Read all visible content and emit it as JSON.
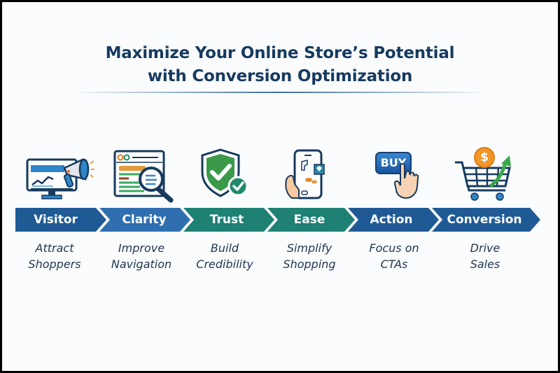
{
  "title": {
    "line1": "Maximize Your Online Store’s Potential",
    "line2": "with Conversion Optimization"
  },
  "steps": [
    {
      "label": "Visitor",
      "desc1": "Attract",
      "desc2": "Shoppers",
      "icon": "monitor-megaphone-icon",
      "color": "#1f5a95"
    },
    {
      "label": "Clarity",
      "desc1": "Improve",
      "desc2": "Navigation",
      "icon": "webpage-magnifier-icon",
      "color": "#2f6fb0"
    },
    {
      "label": "Trust",
      "desc1": "Build",
      "desc2": "Credibility",
      "icon": "shield-check-icon",
      "color": "#1f8074"
    },
    {
      "label": "Ease",
      "desc1": "Simplify",
      "desc2": "Shopping",
      "icon": "hand-smartphone-icon",
      "color": "#1f8074"
    },
    {
      "label": "Action",
      "desc1": "Focus on",
      "desc2": "CTAs",
      "icon": "buy-button-click-icon",
      "color": "#1f5a95"
    },
    {
      "label": "Conversion",
      "desc1": "Drive",
      "desc2": "Sales",
      "icon": "cart-dollar-growth-icon",
      "color": "#1f5a95"
    }
  ],
  "icon_texts": {
    "buy_button": "BUY",
    "dollar": "$"
  }
}
